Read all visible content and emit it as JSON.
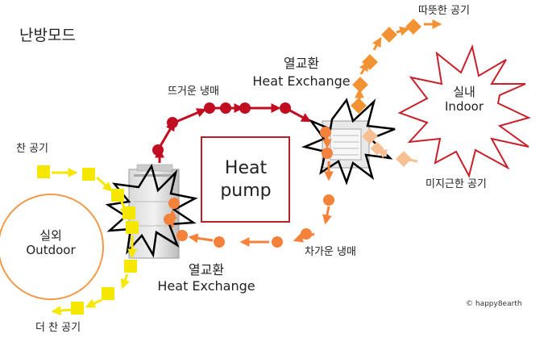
{
  "title": "난방모드",
  "colors": {
    "outdoor": "#f29a4a",
    "indoor": "#c7202a",
    "heatpump": "#b5202a",
    "hot_refrigerant": "#c00d22",
    "cold_refrigerant": "#f5823a",
    "cold_air": "#f6e700",
    "warm_air": "#f39233",
    "lukewarm_air": "#f7bf94",
    "burst": "#000000"
  },
  "heatpump_label": {
    "line1": "Heat",
    "line2": "pump"
  },
  "outdoor": {
    "ko": "실외",
    "en": "Outdoor"
  },
  "indoor": {
    "ko": "실내",
    "en": "Indoor"
  },
  "exchange_top": {
    "ko": "열교환",
    "en": "Heat Exchange"
  },
  "exchange_bottom": {
    "ko": "열교환",
    "en": "Heat Exchange"
  },
  "flows": {
    "cold_air": "찬 공기",
    "colder_air": "더 찬 공기",
    "hot_refrigerant": "뜨거운 냉매",
    "cold_refrigerant": "차가운 냉매",
    "warm_air": "따뜻한 공기",
    "lukewarm_air": "미지근한 공기"
  },
  "copyright": "© happy8earth"
}
